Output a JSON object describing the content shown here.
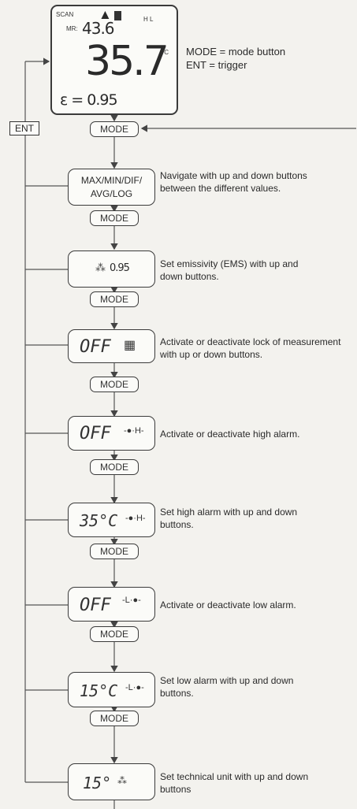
{
  "legend": {
    "mode_line": "MODE = mode button",
    "ent_line": "ENT = trigger"
  },
  "display": {
    "scan": "SCAN",
    "hl": "H L",
    "mr_label": "MR:",
    "mr_value": "43.6",
    "temp": "35.7",
    "unit": "°C",
    "emissivity": "ε = 0.95"
  },
  "ent_label": "ENT",
  "mode_label": "MODE",
  "steps": [
    {
      "screen": "MAX/MIN/DIF/\nAVG/LOG",
      "text": "Navigate with up and down buttons between the different values."
    },
    {
      "screen": "0.95",
      "text": "Set emissivity (EMS) with up and down buttons."
    },
    {
      "screen": "OFF",
      "text": "Activate or deactivate lock of measurement with up or down buttons."
    },
    {
      "screen": "OFF",
      "text": "Activate or deactivate high alarm."
    },
    {
      "screen": "35°C",
      "text": "Set high alarm with up and down buttons."
    },
    {
      "screen": "OFF",
      "text": "Activate or deactivate low alarm."
    },
    {
      "screen": "15°C",
      "text": "Set low alarm with up and down buttons."
    },
    {
      "screen": "15°",
      "text": "Set technical unit with up and down buttons"
    }
  ]
}
